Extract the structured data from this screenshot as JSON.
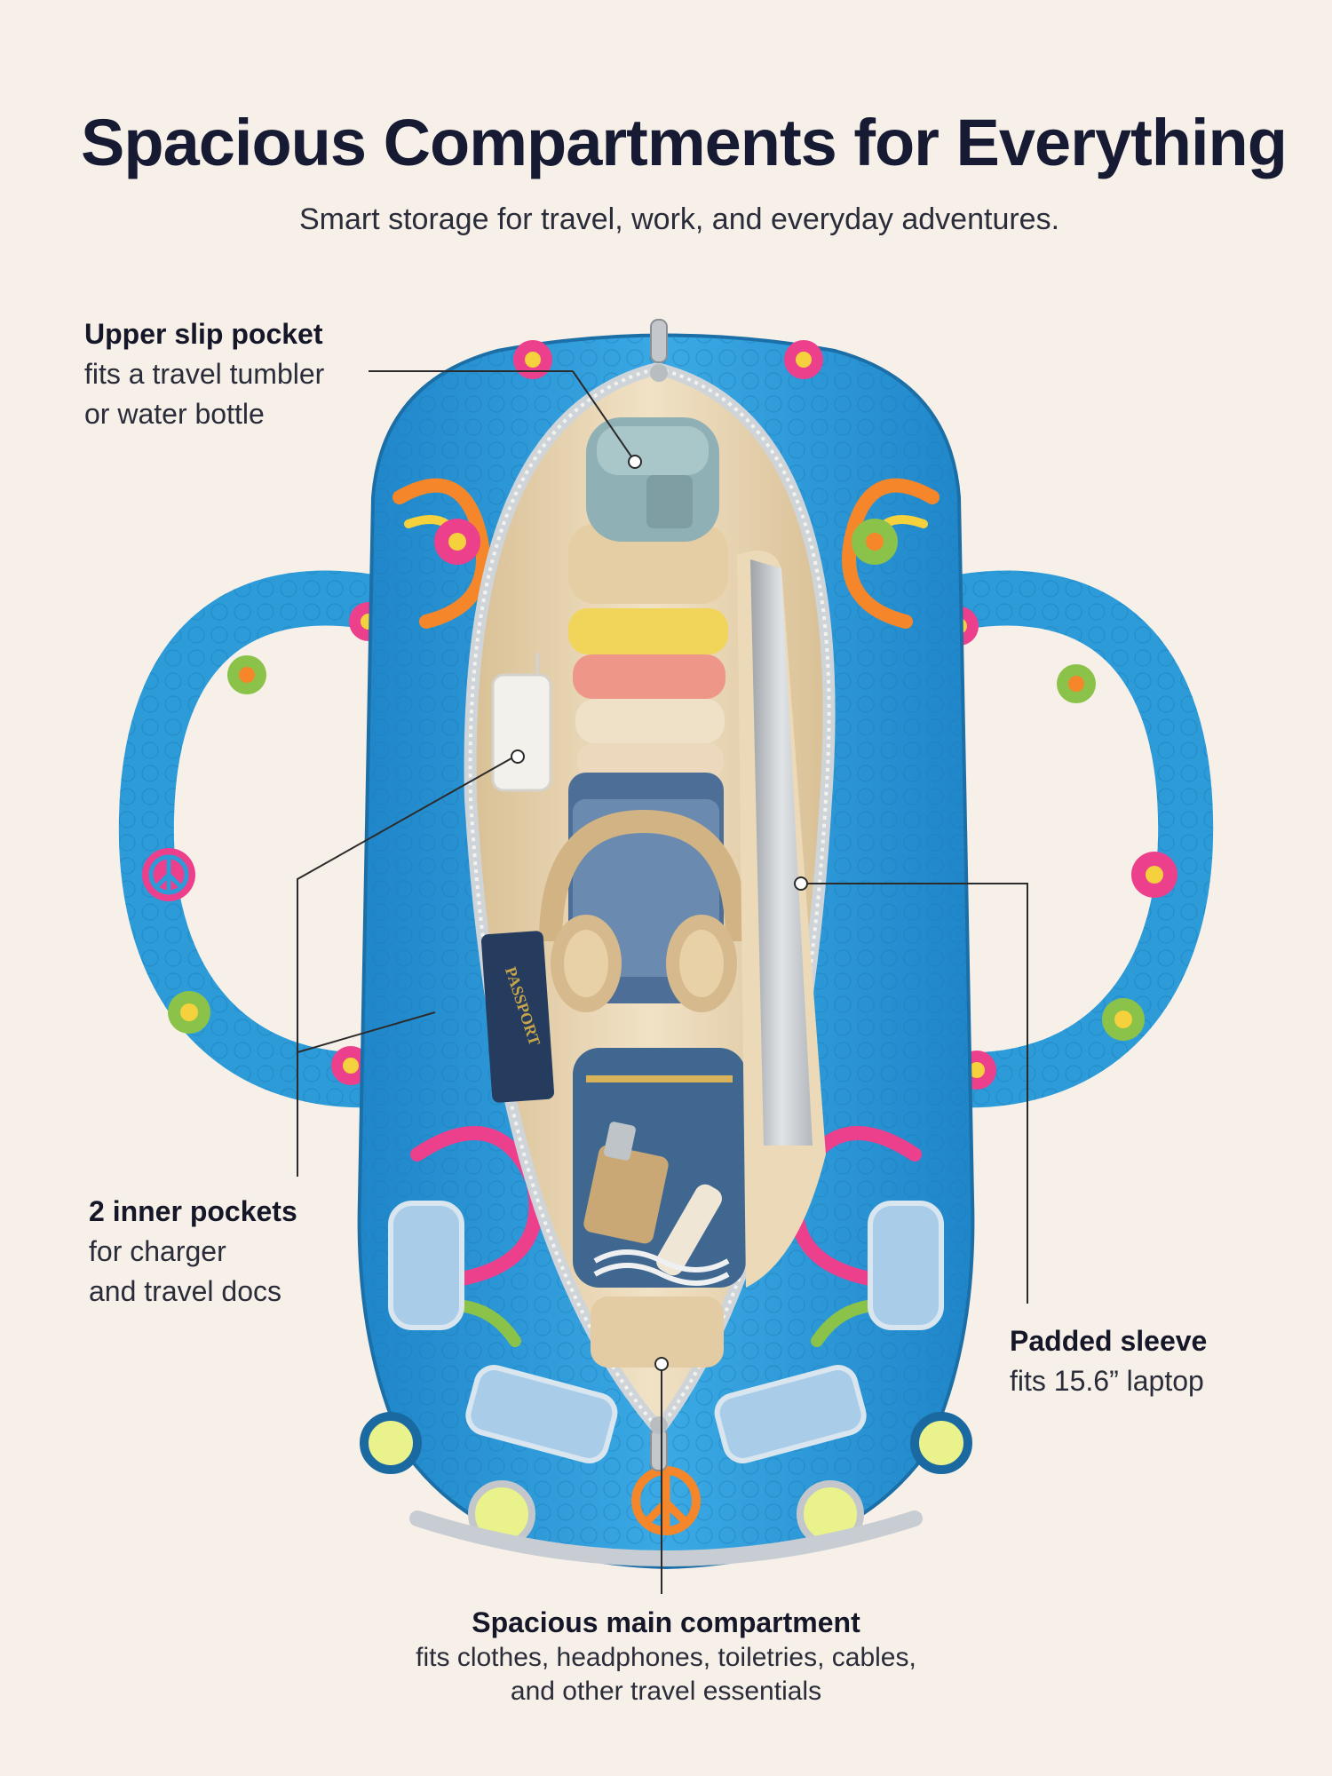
{
  "header": {
    "title": "Spacious Compartments for Everything",
    "subtitle": "Smart storage for travel, work, and everyday adventures."
  },
  "callouts": {
    "upper_slip_pocket": {
      "title": "Upper slip pocket",
      "line1": "fits a travel tumbler",
      "line2": "or water bottle"
    },
    "inner_pockets": {
      "title": "2 inner pockets",
      "line1": "for charger",
      "line2": "and travel docs"
    },
    "padded_sleeve": {
      "title": "Padded sleeve",
      "line1": "fits 15.6” laptop"
    },
    "main_compartment": {
      "title": "Spacious main compartment",
      "line1": "fits clothes, headphones, toiletries, cables,",
      "line2": "and other travel essentials"
    }
  },
  "product_illustration": {
    "passport_text": "PASSPORT",
    "colors": {
      "bag_blue": "#2c9bd8",
      "lining_beige": "#e9d6b4",
      "flower_pink": "#ec3f8c",
      "flower_green": "#8bc34a",
      "accent_orange": "#f5862a",
      "accent_yellow": "#f4d13d"
    }
  }
}
